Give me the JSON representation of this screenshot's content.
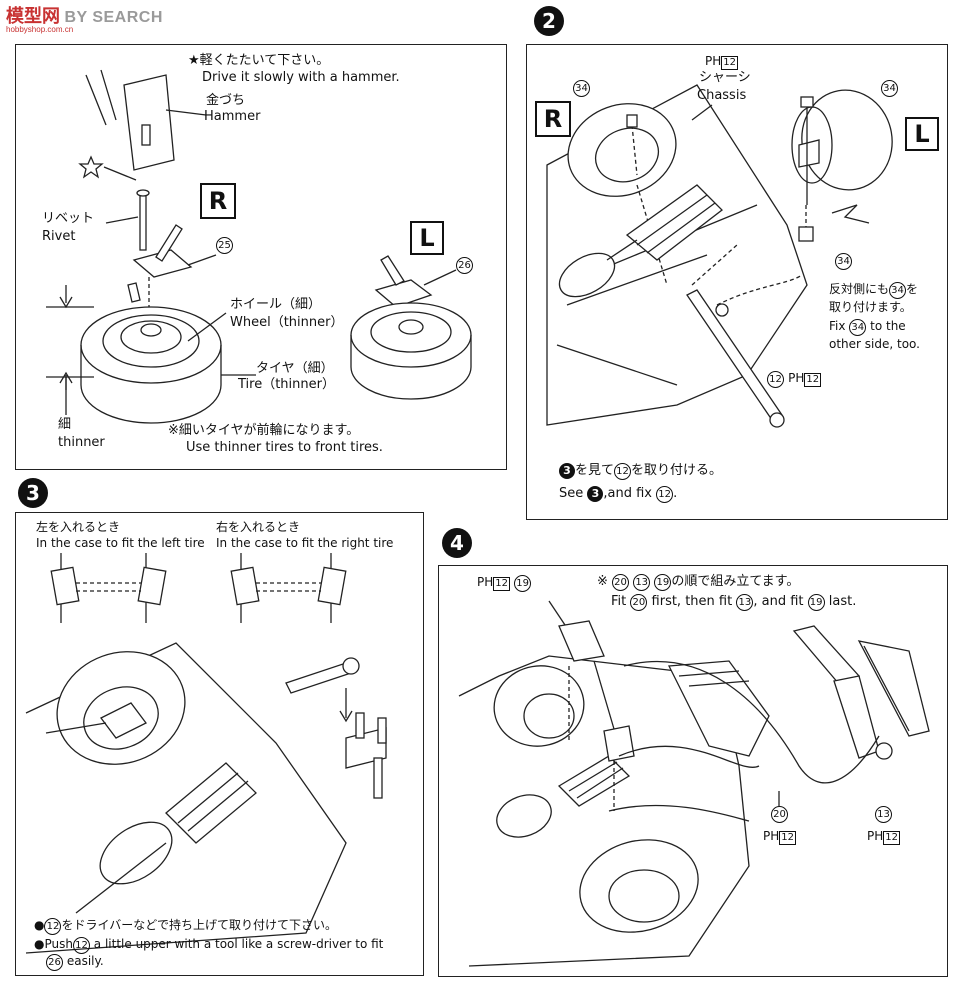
{
  "watermark": {
    "brand": "模型网",
    "search": "BY SEARCH",
    "url": "hobbyshop.com.cn"
  },
  "panel1": {
    "hammer_jp": "★軽くたたいて下さい。",
    "hammer_en": "Drive it slowly with a hammer.",
    "hammer_label_jp": "金づち",
    "hammer_label_en": "Hammer",
    "rivet_jp": "リベット",
    "rivet_en": "Rivet",
    "box_r": "R",
    "box_l": "L",
    "part_r": "25",
    "part_l": "26",
    "wheel_jp": "ホイール（細）",
    "wheel_en": "Wheel（thinner）",
    "tire_jp": "タイヤ（細）",
    "tire_en": "Tire（thinner）",
    "thin_jp": "細",
    "thin_en": "thinner",
    "note_jp": "※細いタイヤが前輪になります。",
    "note_en": "Use thinner tires to front tires."
  },
  "step2": {
    "number": "2",
    "ph_code": "PH",
    "ph_num": "12",
    "chassis_jp": "シャーシ",
    "chassis_en": "Chassis",
    "box_r": "R",
    "box_l": "L",
    "part_34": "34",
    "fix_jp_a": "反対側にも",
    "fix_jp_b": "を",
    "fix_jp_c": "取り付けます。",
    "fix_en_a": "Fix",
    "fix_en_b": "to the",
    "fix_en_c": "other side, too.",
    "part_12": "12",
    "see_jp_a": "を見て",
    "see_jp_b": "を取り付ける。",
    "see_en_a": "See",
    "see_en_b": ",and fix",
    "see_en_c": ".",
    "ref_step": "3"
  },
  "step3": {
    "number": "3",
    "left_jp": "左を入れるとき",
    "left_en": "In the case to fit the left tire",
    "right_jp": "右を入れるとき",
    "right_en": "In the case to fit the right tire",
    "push_jp_a": "●",
    "push_jp_b": "をドライバーなどで持ち上げて取り付けて下さい。",
    "push_en_a": "●Push",
    "push_en_b": "a little upper with a tool like a screw-driver to fit",
    "push_en_c": "easily.",
    "part_12": "12",
    "part_26": "26"
  },
  "step4": {
    "number": "4",
    "order_jp_a": "※",
    "order_jp_b": "の順で組み立てます。",
    "order_en_a": "Fit",
    "order_en_b": "first, then fit",
    "order_en_c": ", and fit",
    "order_en_d": "last.",
    "part_20": "20",
    "part_13": "13",
    "part_19": "19",
    "ph_code": "PH",
    "ph_num": "12"
  }
}
